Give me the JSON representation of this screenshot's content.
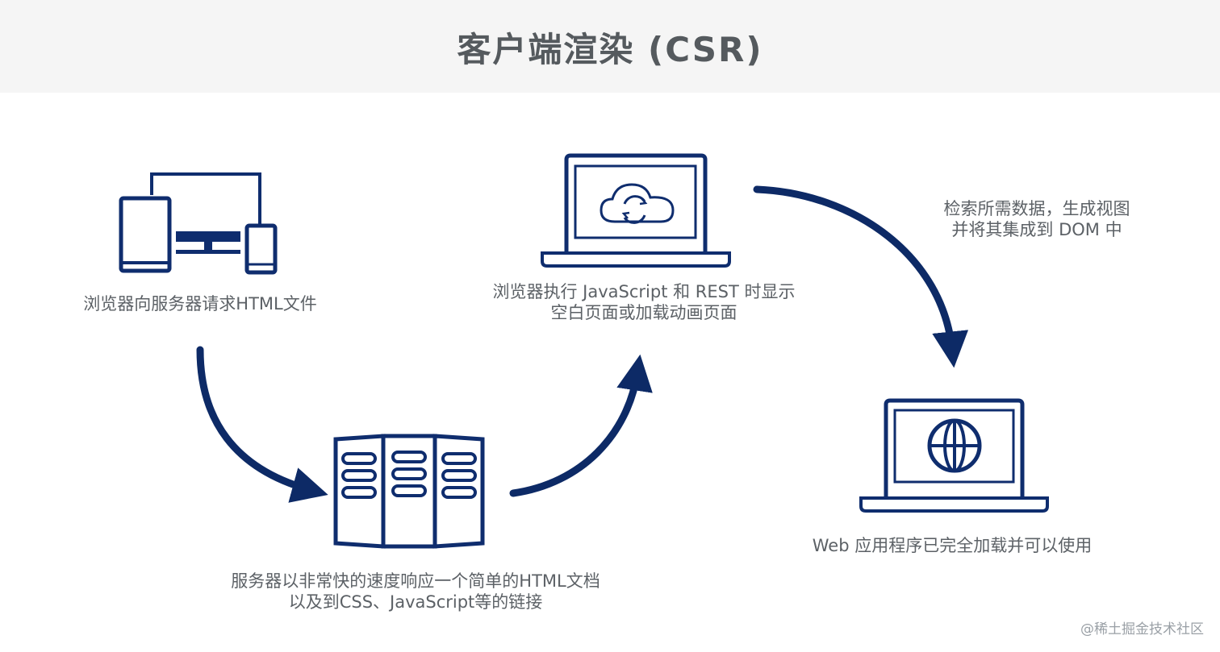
{
  "title": "客户端渲染 (CSR)",
  "colors": {
    "icon": "#0f2d6e",
    "arrow": "#0d2a66",
    "text": "#5c6166",
    "header_bg": "#f5f5f5"
  },
  "steps": [
    {
      "icon": "devices-icon",
      "lines": [
        "浏览器向服务器请求HTML文件"
      ]
    },
    {
      "icon": "server-icon",
      "lines": [
        "服务器以非常快的速度响应一个简单的HTML文档",
        "以及到CSS、JavaScript等的链接"
      ]
    },
    {
      "icon": "laptop-cloud-sync-icon",
      "lines": [
        "浏览器执行 JavaScript 和 REST 时显示",
        "空白页面或加载动画页面"
      ]
    },
    {
      "icon": "laptop-globe-icon",
      "lines": [
        "Web 应用程序已完全加载并可以使用"
      ]
    }
  ],
  "transition_note": [
    "检索所需数据，生成视图",
    "并将其集成到 DOM 中"
  ],
  "watermark": "@稀土掘金技术社区"
}
